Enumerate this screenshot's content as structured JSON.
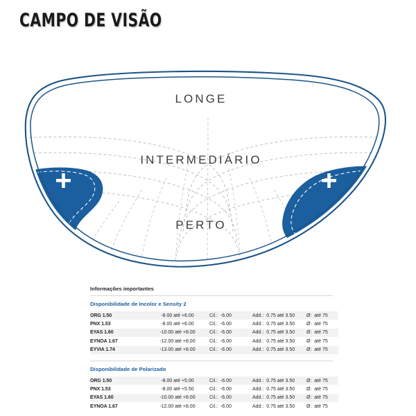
{
  "title": "CAMPO DE VISÃO",
  "colors": {
    "brand_blue": "#1a5c9c",
    "lens_outline": "#1b5488",
    "zone_label": "#3c3c3c",
    "row_stripe": "#f2f2f2",
    "rule": "#d8d8d8"
  },
  "lens": {
    "zones": [
      {
        "name": "longe",
        "label": "LONGE"
      },
      {
        "name": "intermediario",
        "label": "INTERMEDIÁRIO"
      },
      {
        "name": "perto",
        "label": "PERTO"
      }
    ],
    "markers": [
      {
        "name": "left-plus",
        "symbol": "+"
      },
      {
        "name": "right-plus",
        "symbol": "+"
      }
    ]
  },
  "info": {
    "heading": "Informações importantes",
    "sections": [
      {
        "title": "Disponibilidade de Incolor e Sensity 2",
        "rows": [
          {
            "product": "ORG 1.50",
            "esf": "-8.00 até +6.00",
            "cil_label": "Cil.:",
            "cil": "-6.00",
            "add_label": "Add.:",
            "add": "0.75 até 3.50",
            "diam_label": "Ø:",
            "diam": "até 75"
          },
          {
            "product": "PNX 1.53",
            "esf": "-8.00 até +6.00",
            "cil_label": "Cil.:",
            "cil": "-6.00",
            "add_label": "Add.:",
            "add": "0.75 até 3.50",
            "diam_label": "Ø:",
            "diam": "até 75"
          },
          {
            "product": "EYAS 1.60",
            "esf": "-10.00 até +8.00",
            "cil_label": "Cil.:",
            "cil": "-6.00",
            "add_label": "Add.:",
            "add": "0.75 até 3.50",
            "diam_label": "Ø:",
            "diam": "até 75"
          },
          {
            "product": "EYNOA 1.67",
            "esf": "-12.00 até +8.00",
            "cil_label": "Cil.:",
            "cil": "-6.00",
            "add_label": "Add.:",
            "add": "0.75 até 3.50",
            "diam_label": "Ø:",
            "diam": "até 75"
          },
          {
            "product": "EYVIA 1.74",
            "esf": "-13.00 até +8.00",
            "cil_label": "Cil.:",
            "cil": "-6.00",
            "add_label": "Add.:",
            "add": "0.75 até 3.50",
            "diam_label": "Ø:",
            "diam": "até 75"
          }
        ]
      },
      {
        "title": "Disponibilidade de Polarizado",
        "rows": [
          {
            "product": "ORG 1.50",
            "esf": "-8.00 até +5.00",
            "cil_label": "Cil.:",
            "cil": "-6.00",
            "add_label": "Add.:",
            "add": "0.75 até 3.50",
            "diam_label": "Ø:",
            "diam": "até 75"
          },
          {
            "product": "PNX 1.53",
            "esf": "-8.00 até +5.50",
            "cil_label": "Cil.:",
            "cil": "-6.00",
            "add_label": "Add.:",
            "add": "0.75 até 3.50",
            "diam_label": "Ø:",
            "diam": "até 75"
          },
          {
            "product": "EYAS 1.60",
            "esf": "-10.00 até +8.00",
            "cil_label": "Cil.:",
            "cil": "-6.00",
            "add_label": "Add.:",
            "add": "0.75 até 3.50",
            "diam_label": "Ø:",
            "diam": "até 75"
          },
          {
            "product": "EYNOA 1.67",
            "esf": "-12.00 até +8.00",
            "cil_label": "Cil.:",
            "cil": "-6.00",
            "add_label": "Add.:",
            "add": "0.75 até 3.50",
            "diam_label": "Ø:",
            "diam": "até 75"
          }
        ]
      }
    ]
  }
}
